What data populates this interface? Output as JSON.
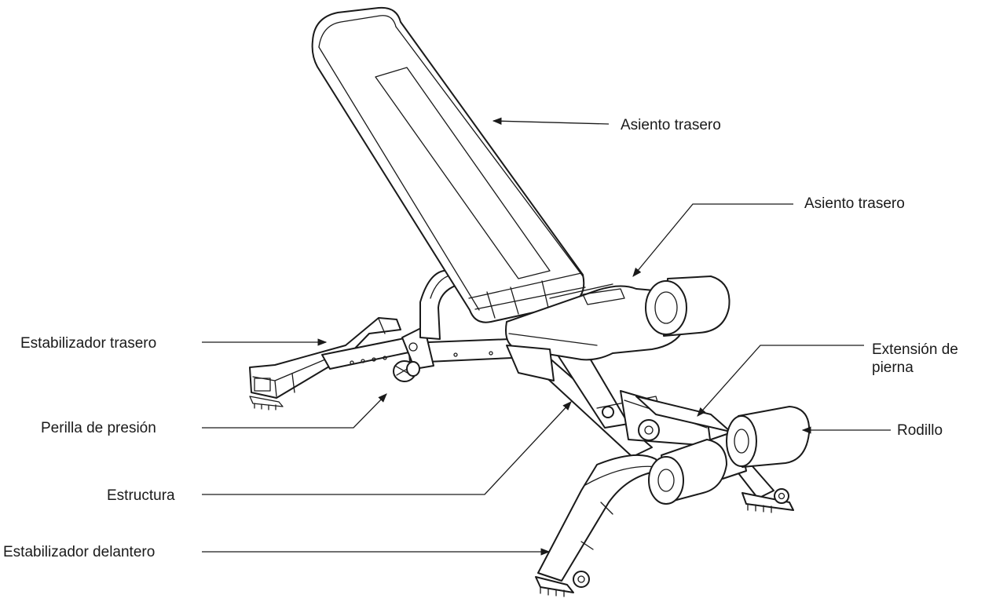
{
  "labels": {
    "back_seat": "Asiento trasero",
    "seat": "Asiento trasero",
    "rear_stabilizer": "Estabilizador trasero",
    "leg_extension_line1": "Extensión de",
    "leg_extension_line2": "pierna",
    "pressure_knob": "Perilla de presión",
    "roller": "Rodillo",
    "frame": "Estructura",
    "front_stabilizer": "Estabilizador delantero"
  }
}
